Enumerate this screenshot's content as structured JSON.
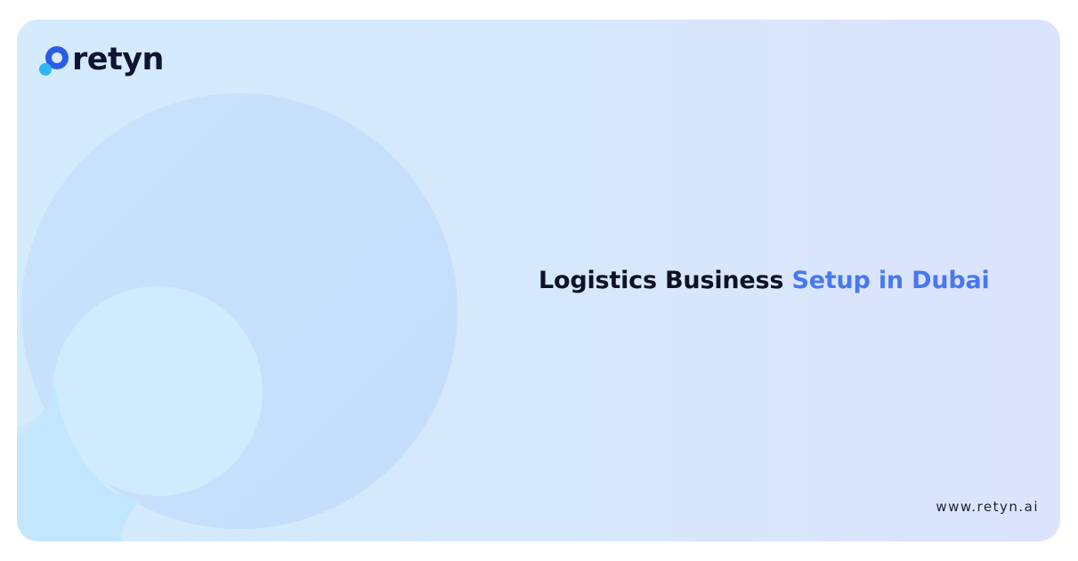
{
  "brand": {
    "name": "retyn",
    "mark_color_primary": "#2b5be8",
    "mark_color_secondary": "#2fb5f2"
  },
  "headline": {
    "part1": "Logistics Business ",
    "part2": "Setup in Dubai"
  },
  "footer": {
    "website": "www.retyn.ai"
  },
  "colors": {
    "background_start": "#d3ebfd",
    "background_end": "#dce3fd",
    "accent": "#4878f0",
    "text_dark": "#0d1226"
  }
}
